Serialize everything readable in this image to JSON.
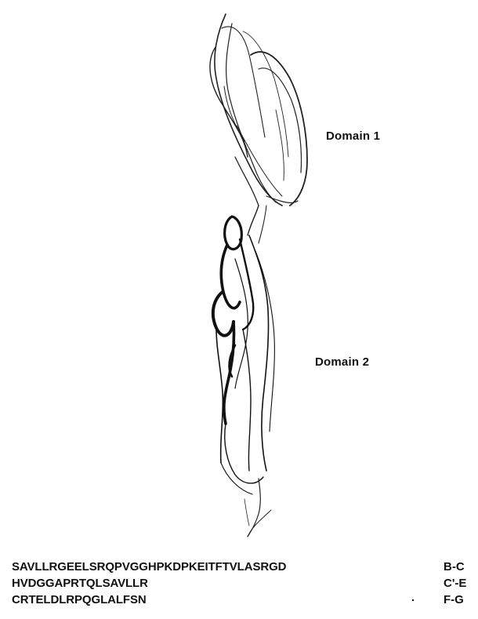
{
  "domains": [
    {
      "label": "Domain 1"
    },
    {
      "label": "Domain 2"
    }
  ],
  "sequence_rows": [
    {
      "sequence": "SAVLLRGEELSRQPVGGHPKDPKEITFTVLASRGD",
      "region": "B-C"
    },
    {
      "sequence": "HVDGGAPRTQLSAVLLR",
      "region": "C'-E"
    },
    {
      "sequence": "CRTELDLRPQGLALFSN",
      "region": "F-G"
    }
  ],
  "colors": {
    "ink": "#111111",
    "background": "#ffffff"
  }
}
